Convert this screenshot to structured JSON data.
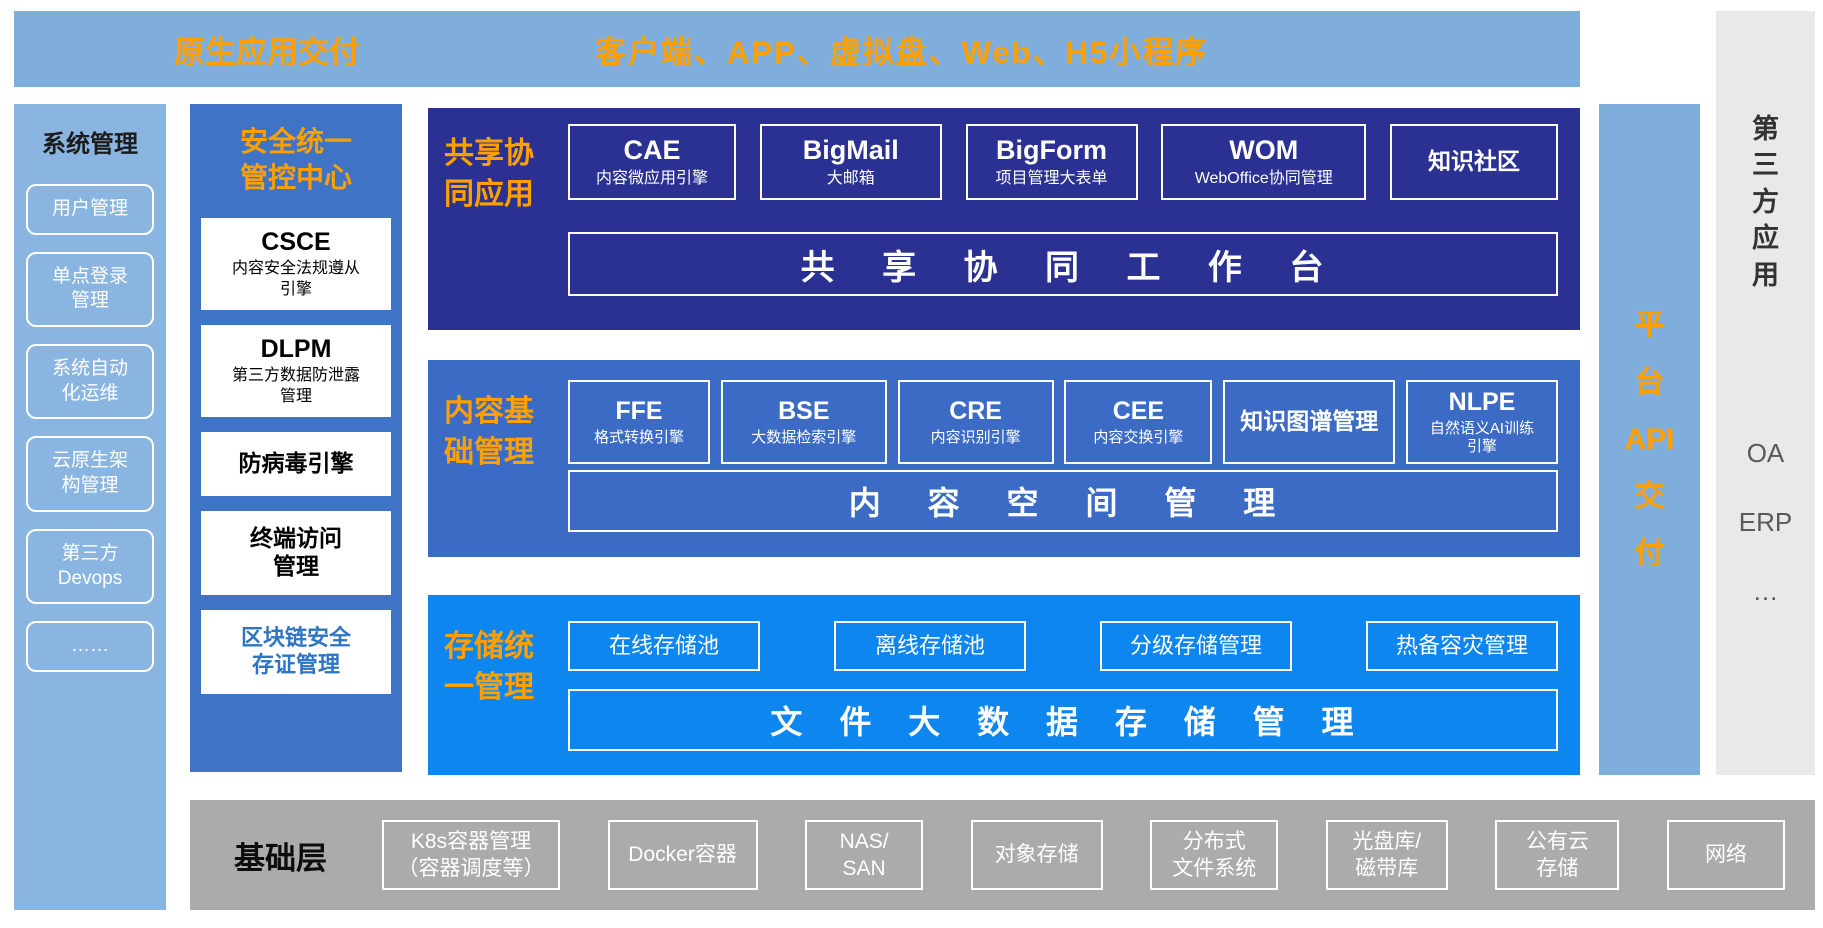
{
  "colors": {
    "light_blue": "#7FAEDC",
    "sidebar_blue": "#8AB5E0",
    "security_blue": "#3E73C6",
    "band1_navy": "#2A3192",
    "band2_blue": "#3C6BC6",
    "band3_blue": "#0E86F0",
    "accent_orange": "#FFA000",
    "base_gray": "#ABABAB",
    "third_party_gray": "#E9E9E9"
  },
  "top_bar": {
    "left_label": "原生应用交付",
    "right_label": "客户端、APP、虚拟盘、Web、H5小程序"
  },
  "left_sidebar": {
    "title": "系统管理",
    "items": [
      {
        "label": "用户管理"
      },
      {
        "label": "单点登录\n管理"
      },
      {
        "label": "系统自动\n化运维"
      },
      {
        "label": "云原生架\n构管理"
      },
      {
        "label": "第三方\nDevops"
      },
      {
        "label": "……"
      }
    ]
  },
  "security_center": {
    "title": "安全统一\n管控中心",
    "cards": [
      {
        "name": "CSCE",
        "desc": "内容安全法规遵从\n引擎"
      },
      {
        "name": "DLPM",
        "desc": "第三方数据防泄露\n管理"
      },
      {
        "name": "防病毒引擎"
      },
      {
        "name": "终端访问\n管理"
      },
      {
        "name": "区块链安全\n存证管理"
      }
    ]
  },
  "bands": {
    "collab": {
      "label": "共享协\n同应用",
      "boxes": [
        {
          "name": "CAE",
          "desc": "内容微应用引擎"
        },
        {
          "name": "BigMail",
          "desc": "大邮箱"
        },
        {
          "name": "BigForm",
          "desc": "项目管理大表单"
        },
        {
          "name": "WOM",
          "desc": "WebOffice协同管理"
        },
        {
          "name": "知识社区"
        }
      ],
      "bar": "共 享 协 同 工 作 台"
    },
    "content": {
      "label": "内容基\n础管理",
      "boxes": [
        {
          "name": "FFE",
          "desc": "格式转换引擎"
        },
        {
          "name": "BSE",
          "desc": "大数据检索引擎"
        },
        {
          "name": "CRE",
          "desc": "内容识别引擎"
        },
        {
          "name": "CEE",
          "desc": "内容交换引擎"
        },
        {
          "name": "知识图谱管理"
        },
        {
          "name": "NLPE",
          "desc": "自然语义AI训练\n引擎"
        }
      ],
      "bar": "内 容 空 间 管 理"
    },
    "storage": {
      "label": "存储统\n一管理",
      "boxes": [
        {
          "name": "在线存储池"
        },
        {
          "name": "离线存储池"
        },
        {
          "name": "分级存储管理"
        },
        {
          "name": "热备容灾管理"
        }
      ],
      "bar": "文 件 大 数 据 存 储 管 理"
    }
  },
  "api_column": {
    "label": "平\n台\nAPI\n交\n付"
  },
  "third_party": {
    "title": "第\n三\n方\n应\n用",
    "items": [
      {
        "label": "OA"
      },
      {
        "label": "ERP"
      },
      {
        "label": "…"
      }
    ]
  },
  "base_layer": {
    "label": "基础层",
    "boxes": [
      {
        "label": "K8s容器管理\n（容器调度等）"
      },
      {
        "label": "Docker容器"
      },
      {
        "label": "NAS/\nSAN"
      },
      {
        "label": "对象存储"
      },
      {
        "label": "分布式\n文件系统"
      },
      {
        "label": "光盘库/\n磁带库"
      },
      {
        "label": "公有云\n存储"
      },
      {
        "label": "网络"
      }
    ]
  }
}
